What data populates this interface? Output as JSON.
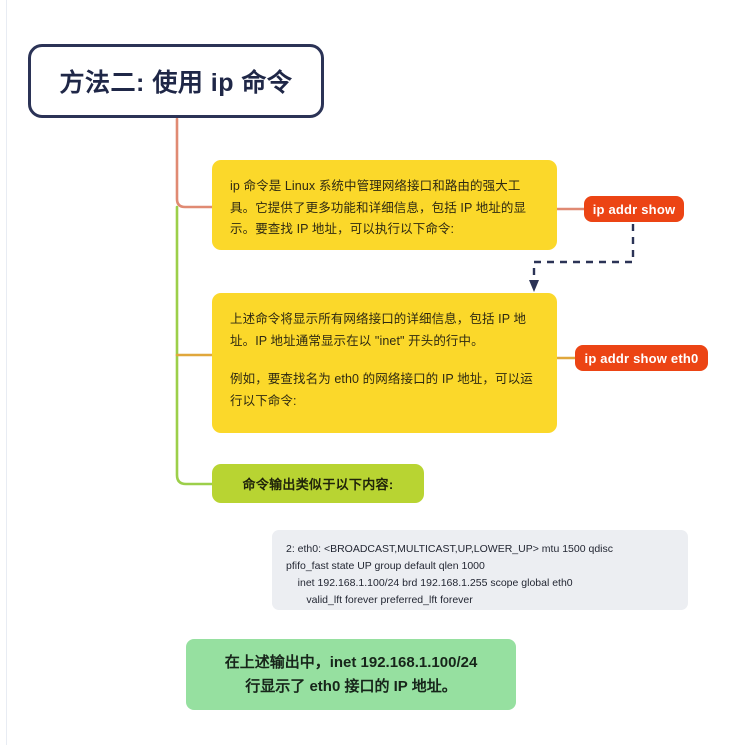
{
  "title": {
    "text": "方法二: 使用 ip 命令"
  },
  "notes": [
    {
      "id": "note-1",
      "paragraphs": [
        "ip 命令是 Linux 系统中管理网络接口和路由的强大工具。它提供了更多功能和详细信息，包括 IP 地址的显示。要查找 IP 地址，可以执行以下命令:"
      ]
    },
    {
      "id": "note-2",
      "paragraphs": [
        "上述命令将显示所有网络接口的详细信息，包括 IP 地址。IP 地址通常显示在以 \"inet\" 开头的行中。",
        "例如，要查找名为 eth0 的网络接口的 IP 地址，可以运行以下命令:"
      ]
    }
  ],
  "olive_label": {
    "text": "命令输出类似于以下内容:"
  },
  "commands": [
    {
      "id": "cmd-1",
      "label": "ip addr show"
    },
    {
      "id": "cmd-2",
      "label": "ip addr show eth0"
    }
  ],
  "code_output": {
    "text": "2: eth0: <BROADCAST,MULTICAST,UP,LOWER_UP> mtu 1500 qdisc\npfifo_fast state UP group default qlen 1000\n    inet 192.168.1.100/24 brd 192.168.1.255 scope global eth0\n       valid_lft forever preferred_lft forever"
  },
  "conclusion": {
    "line1": "在上述输出中，inet 192.168.1.100/24",
    "line2": "行显示了 eth0 接口的 IP 地址。"
  },
  "colors": {
    "title_border": "#2b3356",
    "note_bg": "#fbd82a",
    "olive_bg": "#b8d432",
    "command_bg": "#ec4414",
    "code_bg": "#eceef2",
    "conclusion_bg": "#96e0a0",
    "branch_salmon": "#e08a73",
    "branch_orange": "#e0a73c",
    "branch_green": "#9ccf4a",
    "dashed_arrow": "#2b3356",
    "page_bg": "#ffffff"
  }
}
